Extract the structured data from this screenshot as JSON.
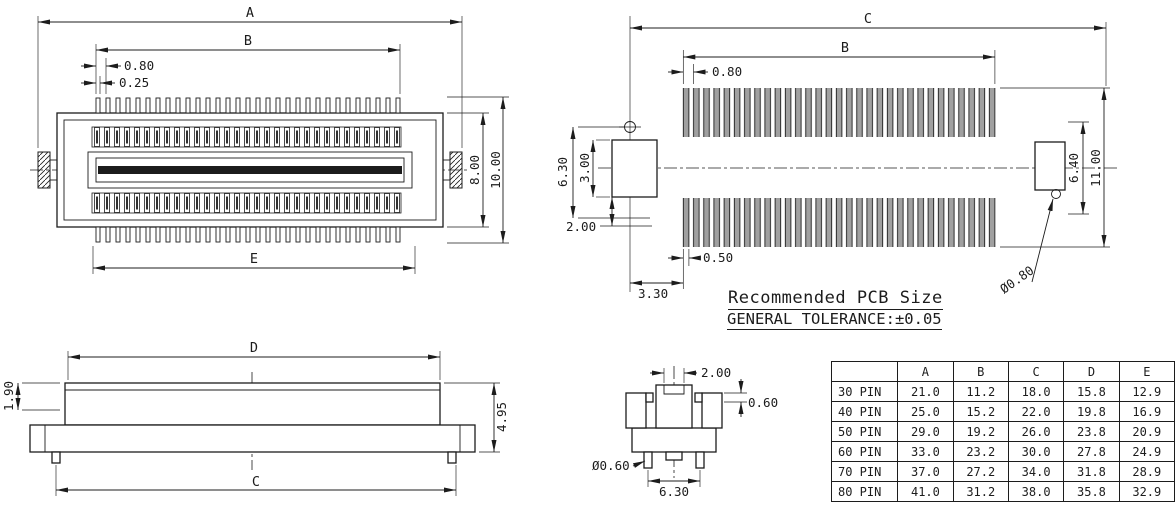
{
  "meta": {
    "description": "Board-to-board connector engineering drawing with recommended PCB size table"
  },
  "colors": {
    "ink": "#1c1c1c",
    "paper": "#ffffff",
    "pad_fill": "#a0a0a0"
  },
  "notes": {
    "pcb_title": "Recommended PCB Size",
    "tolerance": "GENERAL TOLERANCE:±0.05"
  },
  "top_view": {
    "dim_a": "A",
    "dim_b": "B",
    "dim_pitch": "0.80",
    "dim_pin_width": "0.25",
    "dim_e": "E",
    "dim_body_height": "8.00",
    "dim_overall_height": "10.00"
  },
  "pcb_view": {
    "dim_c": "C",
    "dim_b": "B",
    "dim_pitch": "0.80",
    "dim_left_span": "6.30",
    "dim_fitting_pad": "3.00",
    "dim_row_offset": "2.00",
    "dim_pad_width": "0.50",
    "dim_first_pad": "3.30",
    "dim_right_span": "6.40",
    "dim_overall_height": "11.00",
    "dim_hole": "Ø0.80"
  },
  "side_view": {
    "dim_d": "D",
    "dim_c": "C",
    "dim_top_height": "1.90",
    "dim_total_height": "4.95"
  },
  "end_view": {
    "dim_slot": "2.00",
    "dim_step": "0.60",
    "dim_pin_dia": "Ø0.60",
    "dim_pin_span": "6.30"
  },
  "table": {
    "headers": [
      "",
      "A",
      "B",
      "C",
      "D",
      "E"
    ],
    "rows": [
      {
        "label": "30 PIN",
        "values": [
          "21.0",
          "11.2",
          "18.0",
          "15.8",
          "12.9"
        ]
      },
      {
        "label": "40 PIN",
        "values": [
          "25.0",
          "15.2",
          "22.0",
          "19.8",
          "16.9"
        ]
      },
      {
        "label": "50 PIN",
        "values": [
          "29.0",
          "19.2",
          "26.0",
          "23.8",
          "20.9"
        ]
      },
      {
        "label": "60 PIN",
        "values": [
          "33.0",
          "23.2",
          "30.0",
          "27.8",
          "24.9"
        ]
      },
      {
        "label": "70 PIN",
        "values": [
          "37.0",
          "27.2",
          "34.0",
          "31.8",
          "28.9"
        ]
      },
      {
        "label": "80 PIN",
        "values": [
          "41.0",
          "31.2",
          "38.0",
          "35.8",
          "32.9"
        ]
      }
    ]
  }
}
